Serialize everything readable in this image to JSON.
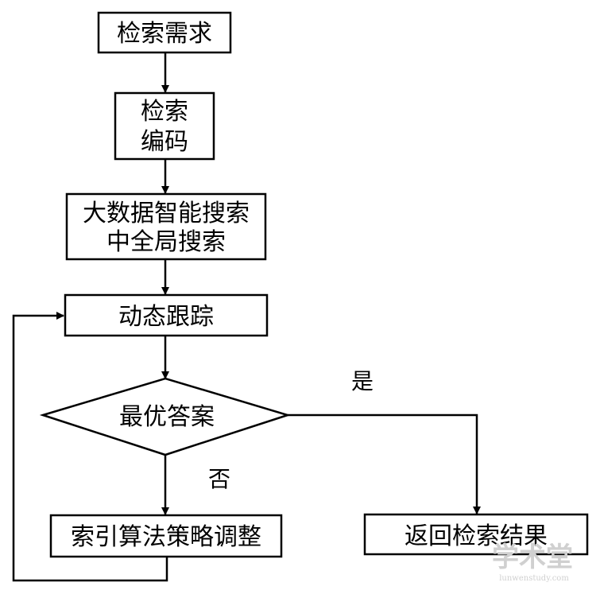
{
  "nodes": {
    "retrieval_need": [
      "检索需求"
    ],
    "retrieval_encoding": [
      "检索",
      "编码"
    ],
    "global_search": [
      "大数据智能搜索",
      "中全局搜索"
    ],
    "dynamic_tracking": [
      "动态跟踪"
    ],
    "optimal_answer": [
      "最优答案"
    ],
    "algorithm_adjust": [
      "索引算法策略调整"
    ],
    "return_results": [
      "返回检索结果"
    ]
  },
  "edge_labels": {
    "yes": "是",
    "no": "否"
  },
  "watermark": {
    "text": "学术堂",
    "sub": "lunwenstudy.com"
  }
}
